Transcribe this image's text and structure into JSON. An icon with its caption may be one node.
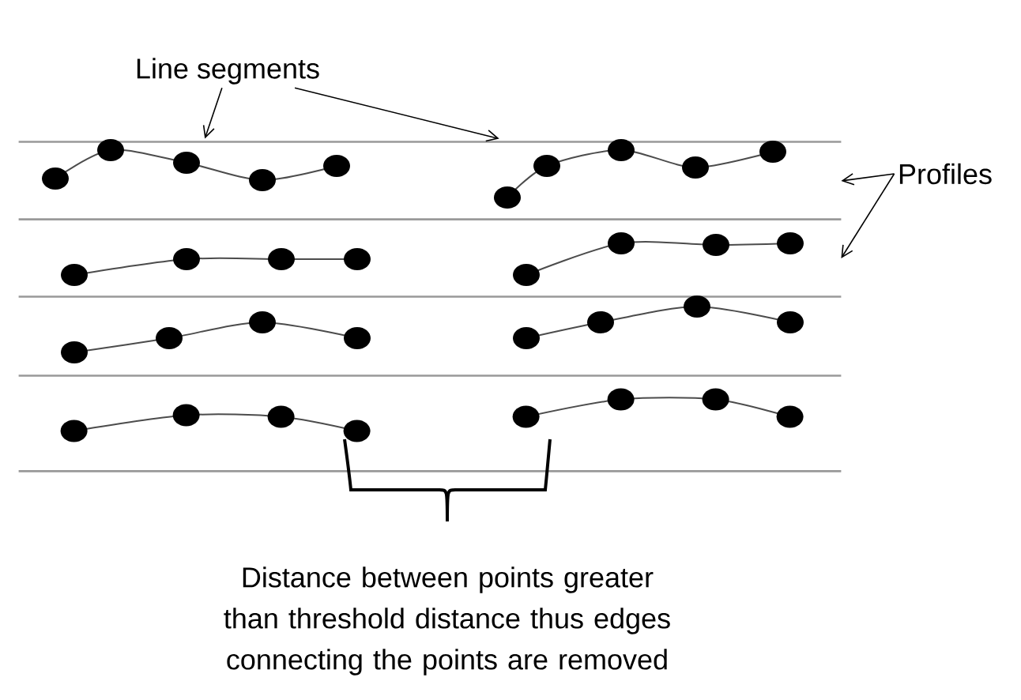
{
  "diagram": {
    "nodes": [
      {
        "text": [
          "Line segments"
        ]
      },
      {
        "text": [
          "Profiles"
        ]
      },
      {
        "text": [],
        "shape": "band"
      },
      {
        "text": [],
        "shape": "band"
      },
      {
        "text": [],
        "shape": "band"
      },
      {
        "text": [],
        "shape": "band"
      },
      {
        "text": [],
        "shape": "line"
      },
      {
        "text": [],
        "shape": "line"
      },
      {
        "text": [],
        "shape": "line"
      },
      {
        "text": [],
        "shape": "line"
      },
      {
        "text": [],
        "shape": "line"
      },
      {
        "text": [],
        "shape": "line"
      },
      {
        "text": [],
        "shape": "line",
        "in": 5
      },
      {
        "text": [],
        "shape": "line",
        "in": 5
      }
    ],
    "edges": [
      {
        "from": 0,
        "to": 6,
        "arrow": "to"
      },
      {
        "from": 0,
        "to": 7,
        "arrow": "to"
      },
      {
        "from": 1,
        "to": 2,
        "arrow": "to"
      },
      {
        "from": 1,
        "to": 3,
        "arrow": "to"
      }
    ],
    "labels": [
      "Distance between points greater than threshold distance thus edges connecting the points are removed"
    ]
  }
}
